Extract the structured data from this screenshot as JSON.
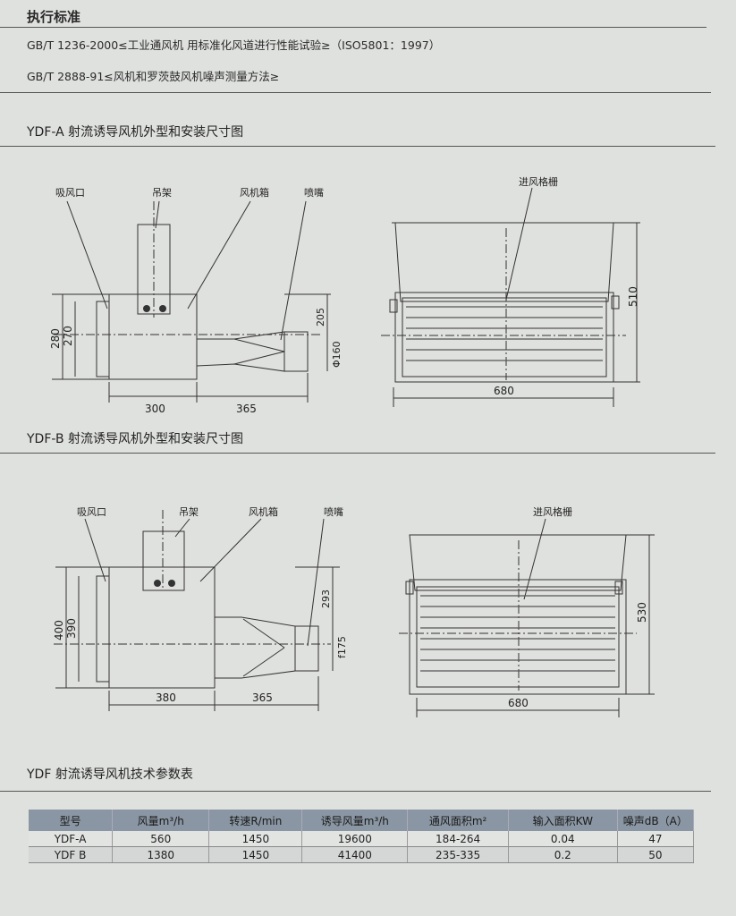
{
  "standards": {
    "title": "执行标准",
    "items": [
      "GB/T 1236-2000≤工业通风机 用标准化风道进行性能试验≥（ISO5801：1997）",
      "GB/T 2888-91≤风机和罗茨鼓风机噪声测量方法≥"
    ]
  },
  "diagram_a": {
    "title": "YDF-A 射流诱导风机外型和安装尺寸图",
    "labels": {
      "inlet": "吸风口",
      "hanger": "吊架",
      "box": "风机箱",
      "nozzle": "喷嘴",
      "grille": "进风格栅"
    },
    "dims": {
      "h_outer": "280",
      "h_inner": "270",
      "w_box": "300",
      "w_nozzle": "365",
      "nozzle_offset": "205",
      "nozzle_dia": "Φ160",
      "front_h": "510",
      "front_w": "680"
    }
  },
  "diagram_b": {
    "title": "YDF-B 射流诱导风机外型和安装尺寸图",
    "labels": {
      "inlet": "吸风口",
      "hanger": "吊架",
      "box": "风机箱",
      "nozzle": "喷嘴",
      "grille": "进风格栅"
    },
    "dims": {
      "h_outer": "400",
      "h_inner": "390",
      "w_box": "380",
      "w_nozzle": "365",
      "nozzle_offset": "293",
      "nozzle_dia": "f175",
      "front_h": "530",
      "front_w": "680"
    }
  },
  "table": {
    "title": "YDF 射流诱导风机技术参数表",
    "headers": [
      "型号",
      "风量m³/h",
      "转速R/min",
      "诱导风量m³/h",
      "通风面积m²",
      "输入面积KW",
      "噪声dB（A）"
    ],
    "rows": [
      [
        "YDF-A",
        "560",
        "1450",
        "19600",
        "184-264",
        "0.04",
        "47"
      ],
      [
        "YDF B",
        "1380",
        "1450",
        "41400",
        "235-335",
        "0.2",
        "50"
      ]
    ]
  }
}
